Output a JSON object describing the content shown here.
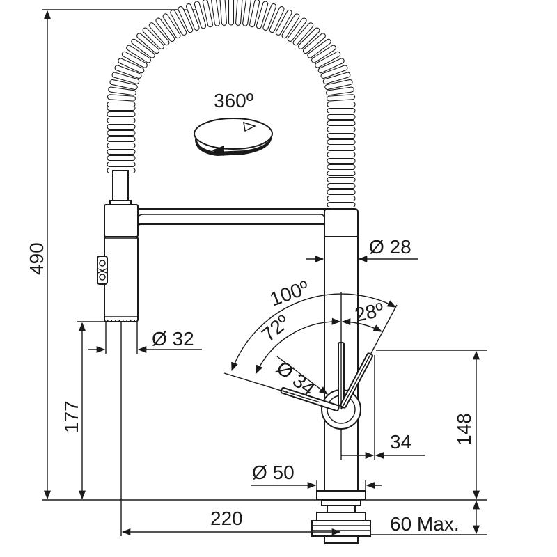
{
  "dimensions": {
    "total_height": "490",
    "spout_height": "177",
    "reach": "220",
    "base_to_lever_height": "148",
    "max_worktop_thickness": "60 Max.",
    "lever_offset": "34",
    "spray_head_diameter": "Ø 32",
    "body_diameter": "Ø 28",
    "lever_hub_diameter": "Ø 34",
    "base_diameter": "Ø 50"
  },
  "angles": {
    "rotation": "360º",
    "lever_total": "100º",
    "lever_front": "72º",
    "lever_back": "28º"
  }
}
